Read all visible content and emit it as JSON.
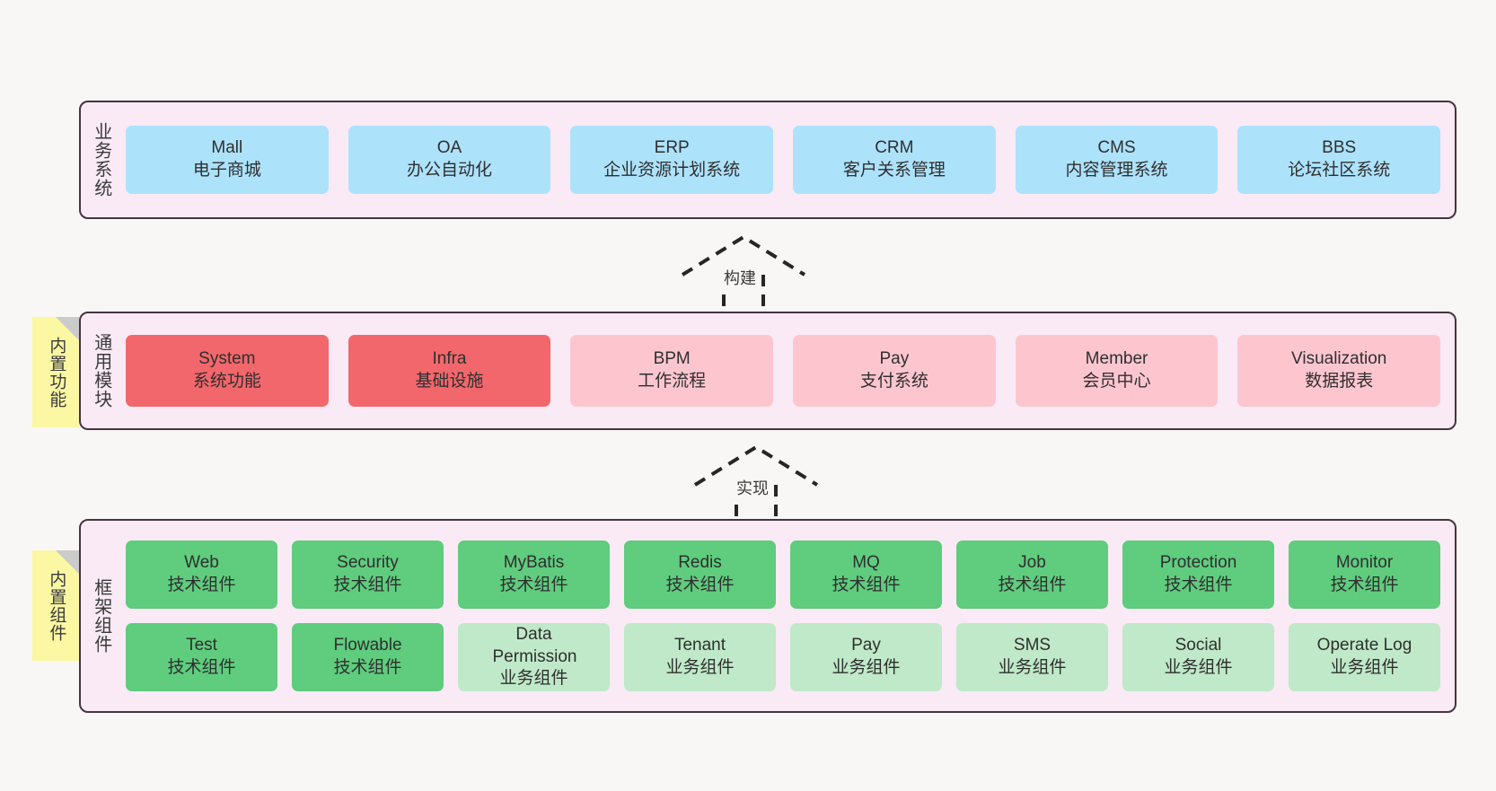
{
  "theme": {
    "background": "#f8f7f5",
    "layer_fill": "#f9eaf5",
    "layer_border": "#46343f",
    "blue": "#ade2fb",
    "red": "#f2676c",
    "pink": "#fdc6cf",
    "green": "#5fcc7e",
    "light_green": "#bfe9c8",
    "sticky_yellow": "#fbf7a2",
    "sticky_fold": "#cbcbcb",
    "text": "#2f2f2f"
  },
  "layers": [
    {
      "id": "business-systems",
      "title": "业务系统",
      "rows": [
        {
          "cards": [
            {
              "title": "Mall",
              "subtitle": "电子商城",
              "style": "c-blue"
            },
            {
              "title": "OA",
              "subtitle": "办公自动化",
              "style": "c-blue"
            },
            {
              "title": "ERP",
              "subtitle": "企业资源计划系统",
              "style": "c-blue"
            },
            {
              "title": "CRM",
              "subtitle": "客户关系管理",
              "style": "c-blue"
            },
            {
              "title": "CMS",
              "subtitle": "内容管理系统",
              "style": "c-blue"
            },
            {
              "title": "BBS",
              "subtitle": "论坛社区系统",
              "style": "c-blue"
            }
          ]
        }
      ]
    },
    {
      "id": "common-modules",
      "title": "通用模块",
      "sticky": "内置功能",
      "rows": [
        {
          "cards": [
            {
              "title": "System",
              "subtitle": "系统功能",
              "style": "c-red"
            },
            {
              "title": "Infra",
              "subtitle": "基础设施",
              "style": "c-red"
            },
            {
              "title": "BPM",
              "subtitle": "工作流程",
              "style": "c-pink"
            },
            {
              "title": "Pay",
              "subtitle": "支付系统",
              "style": "c-pink"
            },
            {
              "title": "Member",
              "subtitle": "会员中心",
              "style": "c-pink"
            },
            {
              "title": "Visualization",
              "subtitle": "数据报表",
              "style": "c-pink"
            }
          ]
        }
      ]
    },
    {
      "id": "framework-components",
      "title": "框架组件",
      "sticky": "内置组件",
      "rows": [
        {
          "cards": [
            {
              "title": "Web",
              "subtitle": "技术组件",
              "style": "c-green"
            },
            {
              "title": "Security",
              "subtitle": "技术组件",
              "style": "c-green"
            },
            {
              "title": "MyBatis",
              "subtitle": "技术组件",
              "style": "c-green"
            },
            {
              "title": "Redis",
              "subtitle": "技术组件",
              "style": "c-green"
            },
            {
              "title": "MQ",
              "subtitle": "技术组件",
              "style": "c-green"
            },
            {
              "title": "Job",
              "subtitle": "技术组件",
              "style": "c-green"
            },
            {
              "title": "Protection",
              "subtitle": "技术组件",
              "style": "c-green"
            },
            {
              "title": "Monitor",
              "subtitle": "技术组件",
              "style": "c-green"
            }
          ]
        },
        {
          "cards": [
            {
              "title": "Test",
              "subtitle": "技术组件",
              "style": "c-green"
            },
            {
              "title": "Flowable",
              "subtitle": "技术组件",
              "style": "c-green"
            },
            {
              "title": "Data Permission",
              "subtitle": "业务组件",
              "style": "c-lightgreen"
            },
            {
              "title": "Tenant",
              "subtitle": "业务组件",
              "style": "c-lightgreen"
            },
            {
              "title": "Pay",
              "subtitle": "业务组件",
              "style": "c-lightgreen"
            },
            {
              "title": "SMS",
              "subtitle": "业务组件",
              "style": "c-lightgreen"
            },
            {
              "title": "Social",
              "subtitle": "业务组件",
              "style": "c-lightgreen"
            },
            {
              "title": "Operate Log",
              "subtitle": "业务组件",
              "style": "c-lightgreen"
            }
          ]
        }
      ]
    }
  ],
  "connectors": [
    {
      "id": "build",
      "label": "构建",
      "direction": "up",
      "style": "dashed-hollow-arrow"
    },
    {
      "id": "implement",
      "label": "实现",
      "direction": "up",
      "style": "dashed-hollow-arrow"
    }
  ]
}
